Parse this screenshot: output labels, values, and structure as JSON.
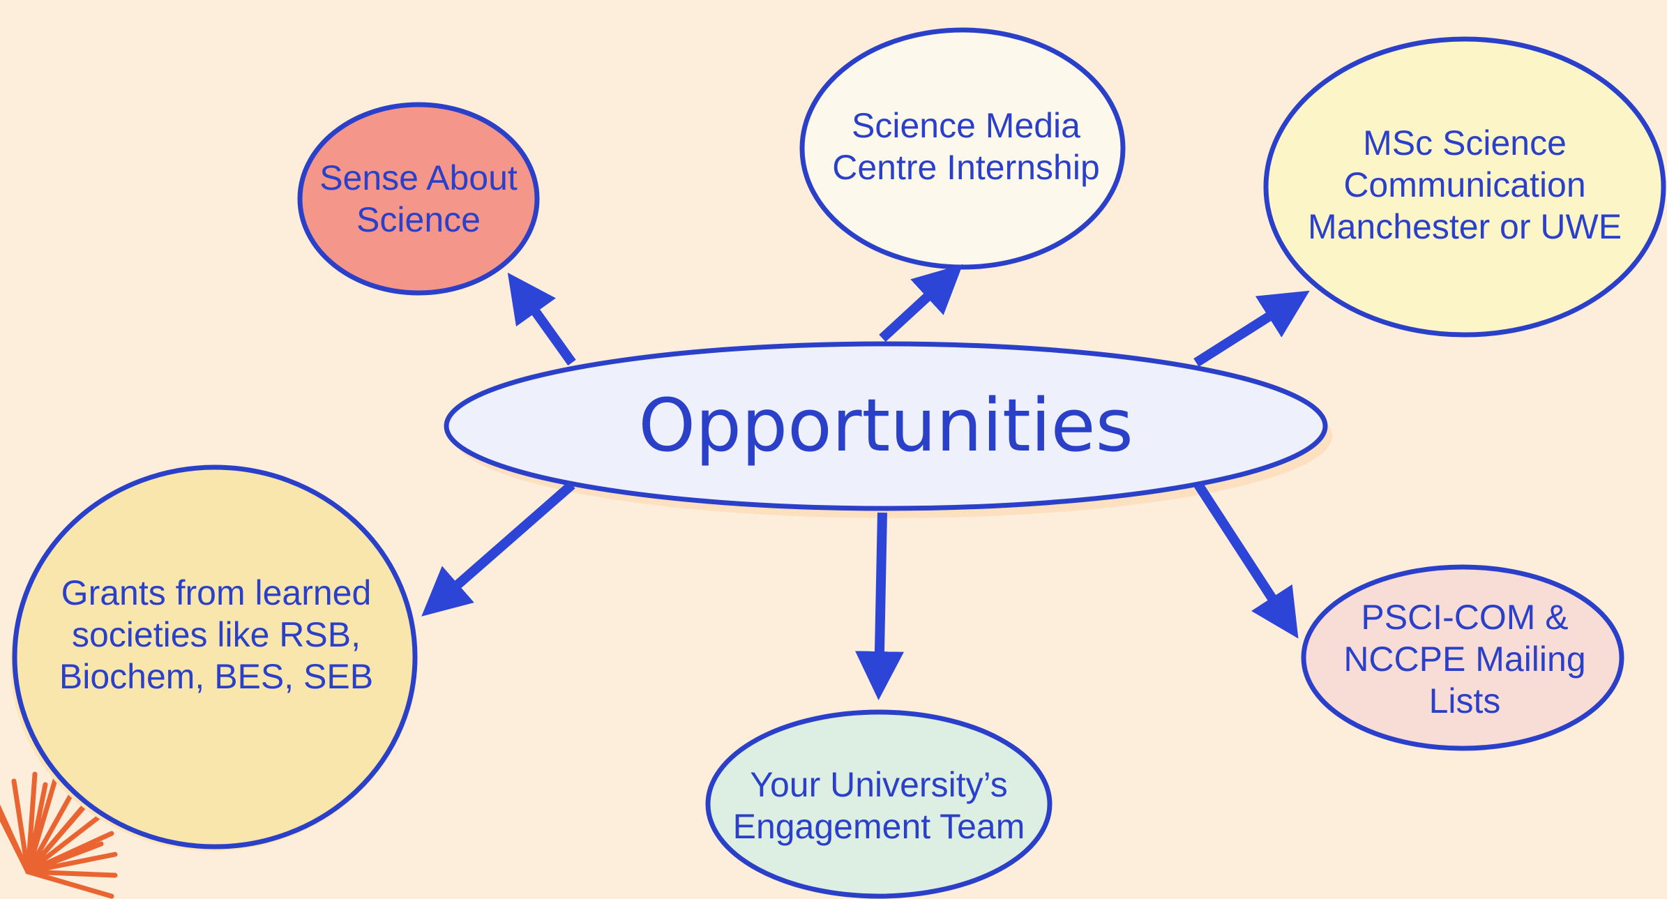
{
  "colors": {
    "background": "#fdeedc",
    "stroke": "#2b40c8",
    "arrow": "#2d45d6",
    "center_fill": "#eef0fb",
    "sense_fill": "#f5968a",
    "smc_fill": "#fdf8ec",
    "msc_fill": "#fcf5c8",
    "grants_fill": "#f8e6ac",
    "psci_fill": "#f8dcd6",
    "uni_fill": "#dcefe2",
    "decoration": "#ea6432"
  },
  "center": {
    "label": "Opportunities"
  },
  "nodes": {
    "sense": {
      "label": "Sense About Science"
    },
    "smc": {
      "label": "Science Media Centre Internship"
    },
    "msc": {
      "label": "MSc Science Communication Manchester or UWE"
    },
    "grants": {
      "label": "Grants from learned societies like RSB, Biochem, BES, SEB"
    },
    "psci": {
      "label": "PSCI-COM & NCCPE Mailing Lists"
    },
    "uni": {
      "label": "Your University’s Engagement Team"
    }
  }
}
